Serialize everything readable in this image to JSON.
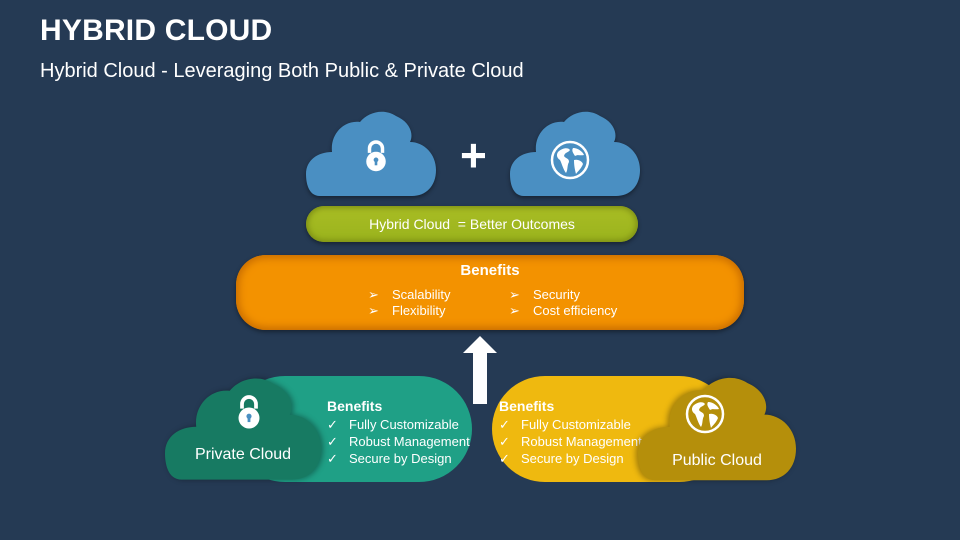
{
  "header": {
    "title": "HYBRID CLOUD",
    "subtitle": "Hybrid Cloud - Leveraging Both Public & Private Cloud"
  },
  "top": {
    "left_cloud_icon": "lock-icon",
    "right_cloud_icon": "globe-icon",
    "operator": "+",
    "equation": "Hybrid Cloud  = Better Outcomes"
  },
  "benefits": {
    "heading": "Benefits",
    "bullet": "➢",
    "left_items": [
      "Scalability",
      "Flexibility"
    ],
    "right_items": [
      "Security",
      "Cost efficiency"
    ]
  },
  "private_cloud": {
    "label": "Private Cloud",
    "icon": "lock-icon",
    "heading": "Benefits",
    "check": "✓",
    "items": [
      "Fully Customizable",
      "Robust Management",
      "Secure by Design"
    ]
  },
  "public_cloud": {
    "label": "Public Cloud",
    "icon": "globe-icon",
    "heading": "Benefits",
    "check": "✓",
    "items": [
      "Fully Customizable",
      "Robust Management",
      "Secure by Design"
    ]
  },
  "colors": {
    "background": "#253a54",
    "top_cloud": "#4a8fc2",
    "green": "#a4b921",
    "orange": "#f39200",
    "teal": "#1fa086",
    "teal_dark": "#177a62",
    "gold": "#efb90f",
    "gold_dark": "#b58f0b"
  }
}
